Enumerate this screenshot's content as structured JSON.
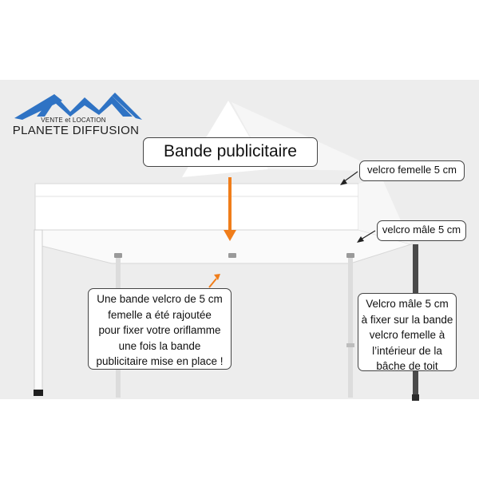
{
  "logo": {
    "small_text": "VENTE et LOCATION",
    "main_text": "PLANETE DIFFUSION",
    "brand_color": "#2f73c4",
    "icon": "mountain-peaks-icon"
  },
  "labels": {
    "title": "Bande publicitaire",
    "velcro_femelle": "velcro femelle 5 cm",
    "velcro_male": "velcro mâle 5 cm"
  },
  "notes": {
    "left_lines": [
      "Une bande velcro de 5 cm",
      "femelle a été rajoutée",
      "pour fixer votre oriflamme",
      "une fois la bande",
      "publicitaire mise en place !"
    ],
    "right_lines": [
      "Velcro mâle 5 cm",
      "à fixer sur la bande",
      "velcro femelle à",
      "l’intérieur de la",
      "bâche de toit"
    ]
  },
  "colors": {
    "accent_arrow": "#f07d1a",
    "background": "#ededed",
    "canopy": "#ffffff",
    "callout_border": "#444444"
  }
}
